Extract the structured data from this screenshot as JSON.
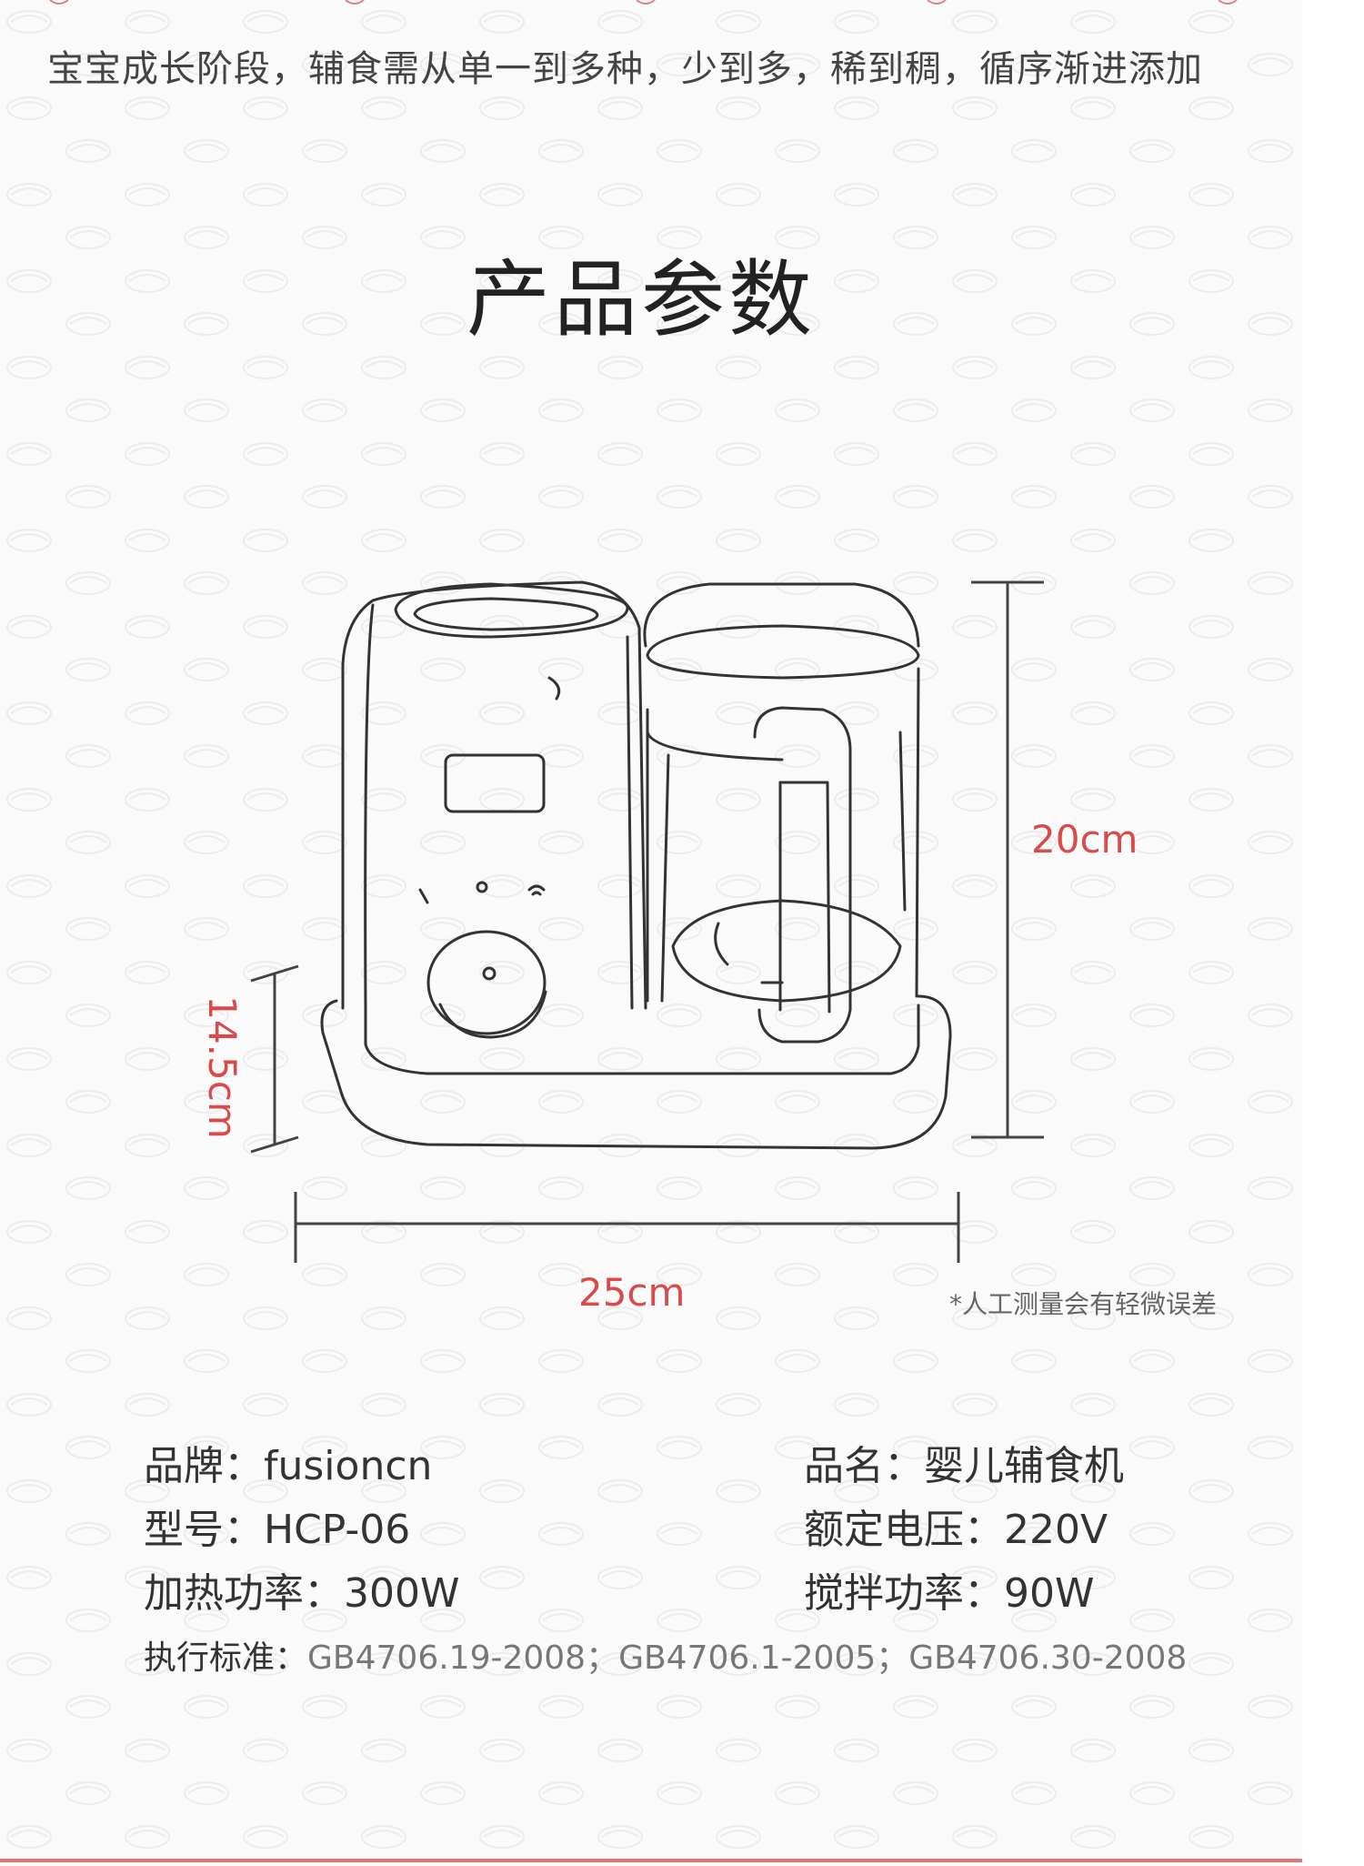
{
  "header": {
    "tagline": "宝宝成长阶段，辅食需从单一到多种，少到多，稀到稠，循序渐进添加"
  },
  "section": {
    "title": "产品参数"
  },
  "dimensions": {
    "height": "20cm",
    "width": "25cm",
    "depth": "14.5cm",
    "note": "*人工测量会有轻微误差"
  },
  "specs": {
    "brand_label": "品牌：",
    "brand_value": "fusioncn",
    "model_label": "型号：",
    "model_value": "HCP-06",
    "heat_label": "加热功率：",
    "heat_value": "300W",
    "name_label": "品名：",
    "name_value": "婴儿辅食机",
    "voltage_label": "额定电压：",
    "voltage_value": "220V",
    "blend_label": "搅拌功率：",
    "blend_value": "90W",
    "standard_label": "执行标准：",
    "standard_value": "GB4706.19-2008；GB4706.1-2005；GB4706.30-2008"
  },
  "colors": {
    "accent": "#d94a4a",
    "line": "#333333",
    "background": "#fafafa"
  }
}
